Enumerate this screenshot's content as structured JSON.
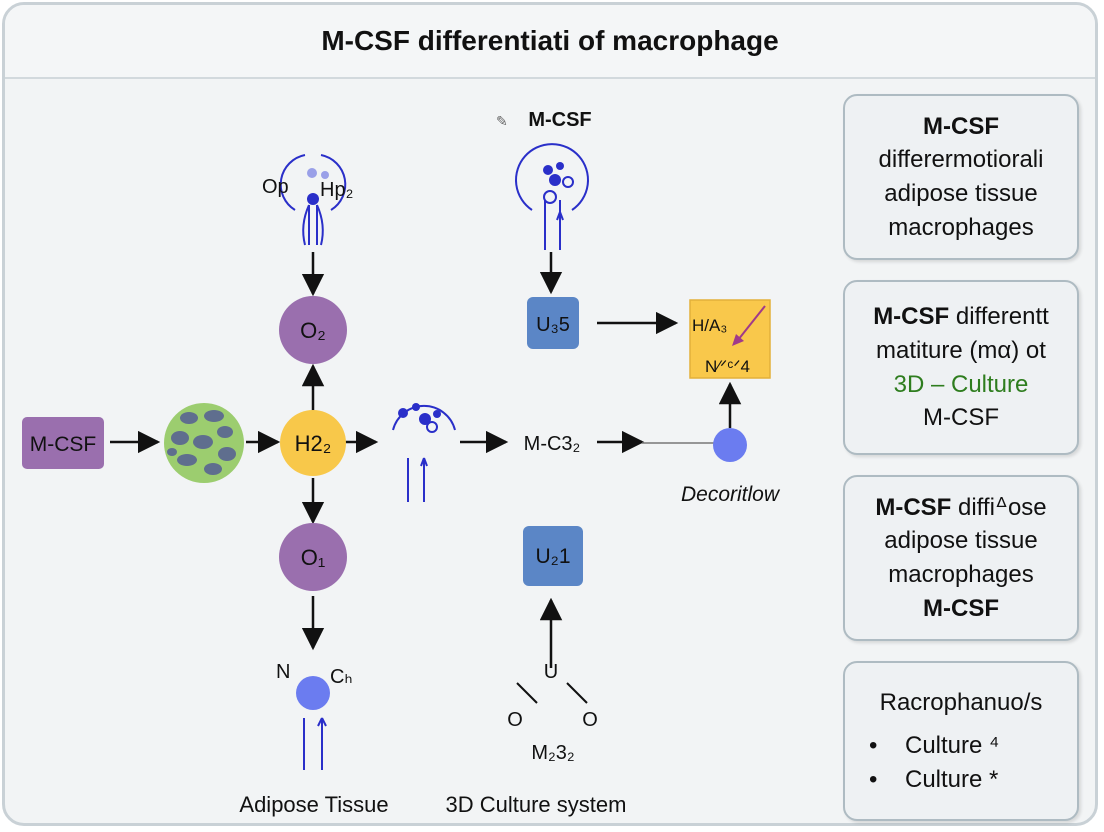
{
  "title": "M-CSF differentiati  of macrophage",
  "nodes": {
    "mcsf_input": "M-CSF",
    "o2": "O₂",
    "h2": "H2₂",
    "o1": "O₁",
    "u35": "U₃5",
    "u21": "U₂1",
    "mc32": "M-C3₂",
    "ha3": "H/A₃",
    "nv4": "N⁄ᐟᶜᐟ4",
    "op": "Op",
    "hp2": "Hp₂",
    "n": "N",
    "ch": "Cₕ",
    "u": "U",
    "o_left": "O",
    "o_right": "O",
    "m232": "M₂3₂",
    "top_mcsf": "M-CSF",
    "decor": "Decoritlow",
    "adipose": "Adipose Tissue",
    "culture3d": "3D Culture system"
  },
  "panels": [
    {
      "line1": "M-CSF",
      "line2": "differermotiorali",
      "line3": "adipose tissue",
      "line4": "macrophages"
    },
    {
      "line1a": "M-CSF",
      "line1b": " differentt",
      "line2": "matiture (mα) ot",
      "line3": "3D – Culture",
      "line4": "M-CSF"
    },
    {
      "line1a": "M-CSF",
      "line1b": " diffiᐞose",
      "line2": "adipose tissue",
      "line3": "macrophages",
      "line4": "M-CSF"
    },
    {
      "heading": "Racrophanuo/s",
      "items": [
        "Culture ⁴",
        "Culture *"
      ]
    }
  ],
  "colors": {
    "purple": "#9a6fae",
    "yellow": "#f8c84a",
    "blue_box": "#5b86c6",
    "green_cell": "#9ccd6f",
    "dot_blue": "#6b7cf0",
    "orange_box": "#f9c84b",
    "line_blue": "#2a2fc9",
    "green_text": "#2e7d1e"
  }
}
